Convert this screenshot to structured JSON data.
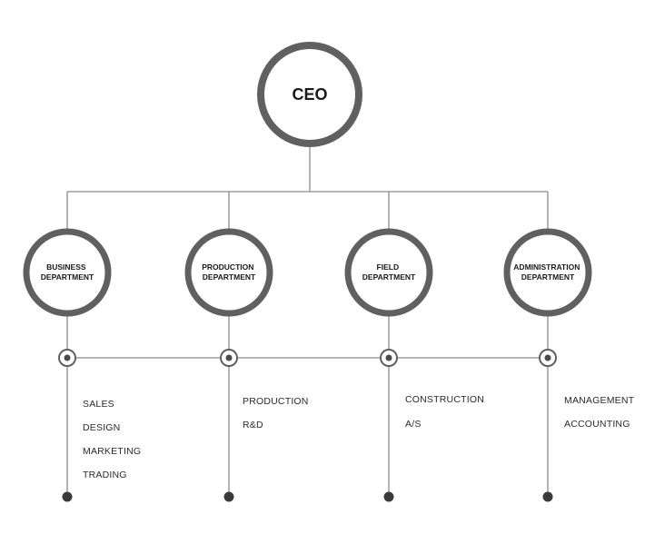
{
  "org_chart": {
    "root": {
      "label": "CEO"
    },
    "departments": [
      {
        "label_lines": [
          "BUSINESS",
          "DEPARTMENT"
        ],
        "items": [
          "SALES",
          "DESIGN",
          "MARKETING",
          "TRADING"
        ]
      },
      {
        "label_lines": [
          "PRODUCTION",
          "DEPARTMENT"
        ],
        "items": [
          "PRODUCTION",
          "R&D"
        ]
      },
      {
        "label_lines": [
          "FIELD",
          "DEPARTMENT"
        ],
        "items": [
          "CONSTRUCTION",
          "A/S"
        ]
      },
      {
        "label_lines": [
          "ADMINISTRATION",
          "DEPARTMENT"
        ],
        "items": [
          "MANAGEMENT",
          "ACCOUNTING"
        ]
      }
    ]
  },
  "colors": {
    "ring": "#606060",
    "line": "#8a8a8a",
    "dot": "#3a3a3a",
    "text": "#1a1a1a"
  }
}
